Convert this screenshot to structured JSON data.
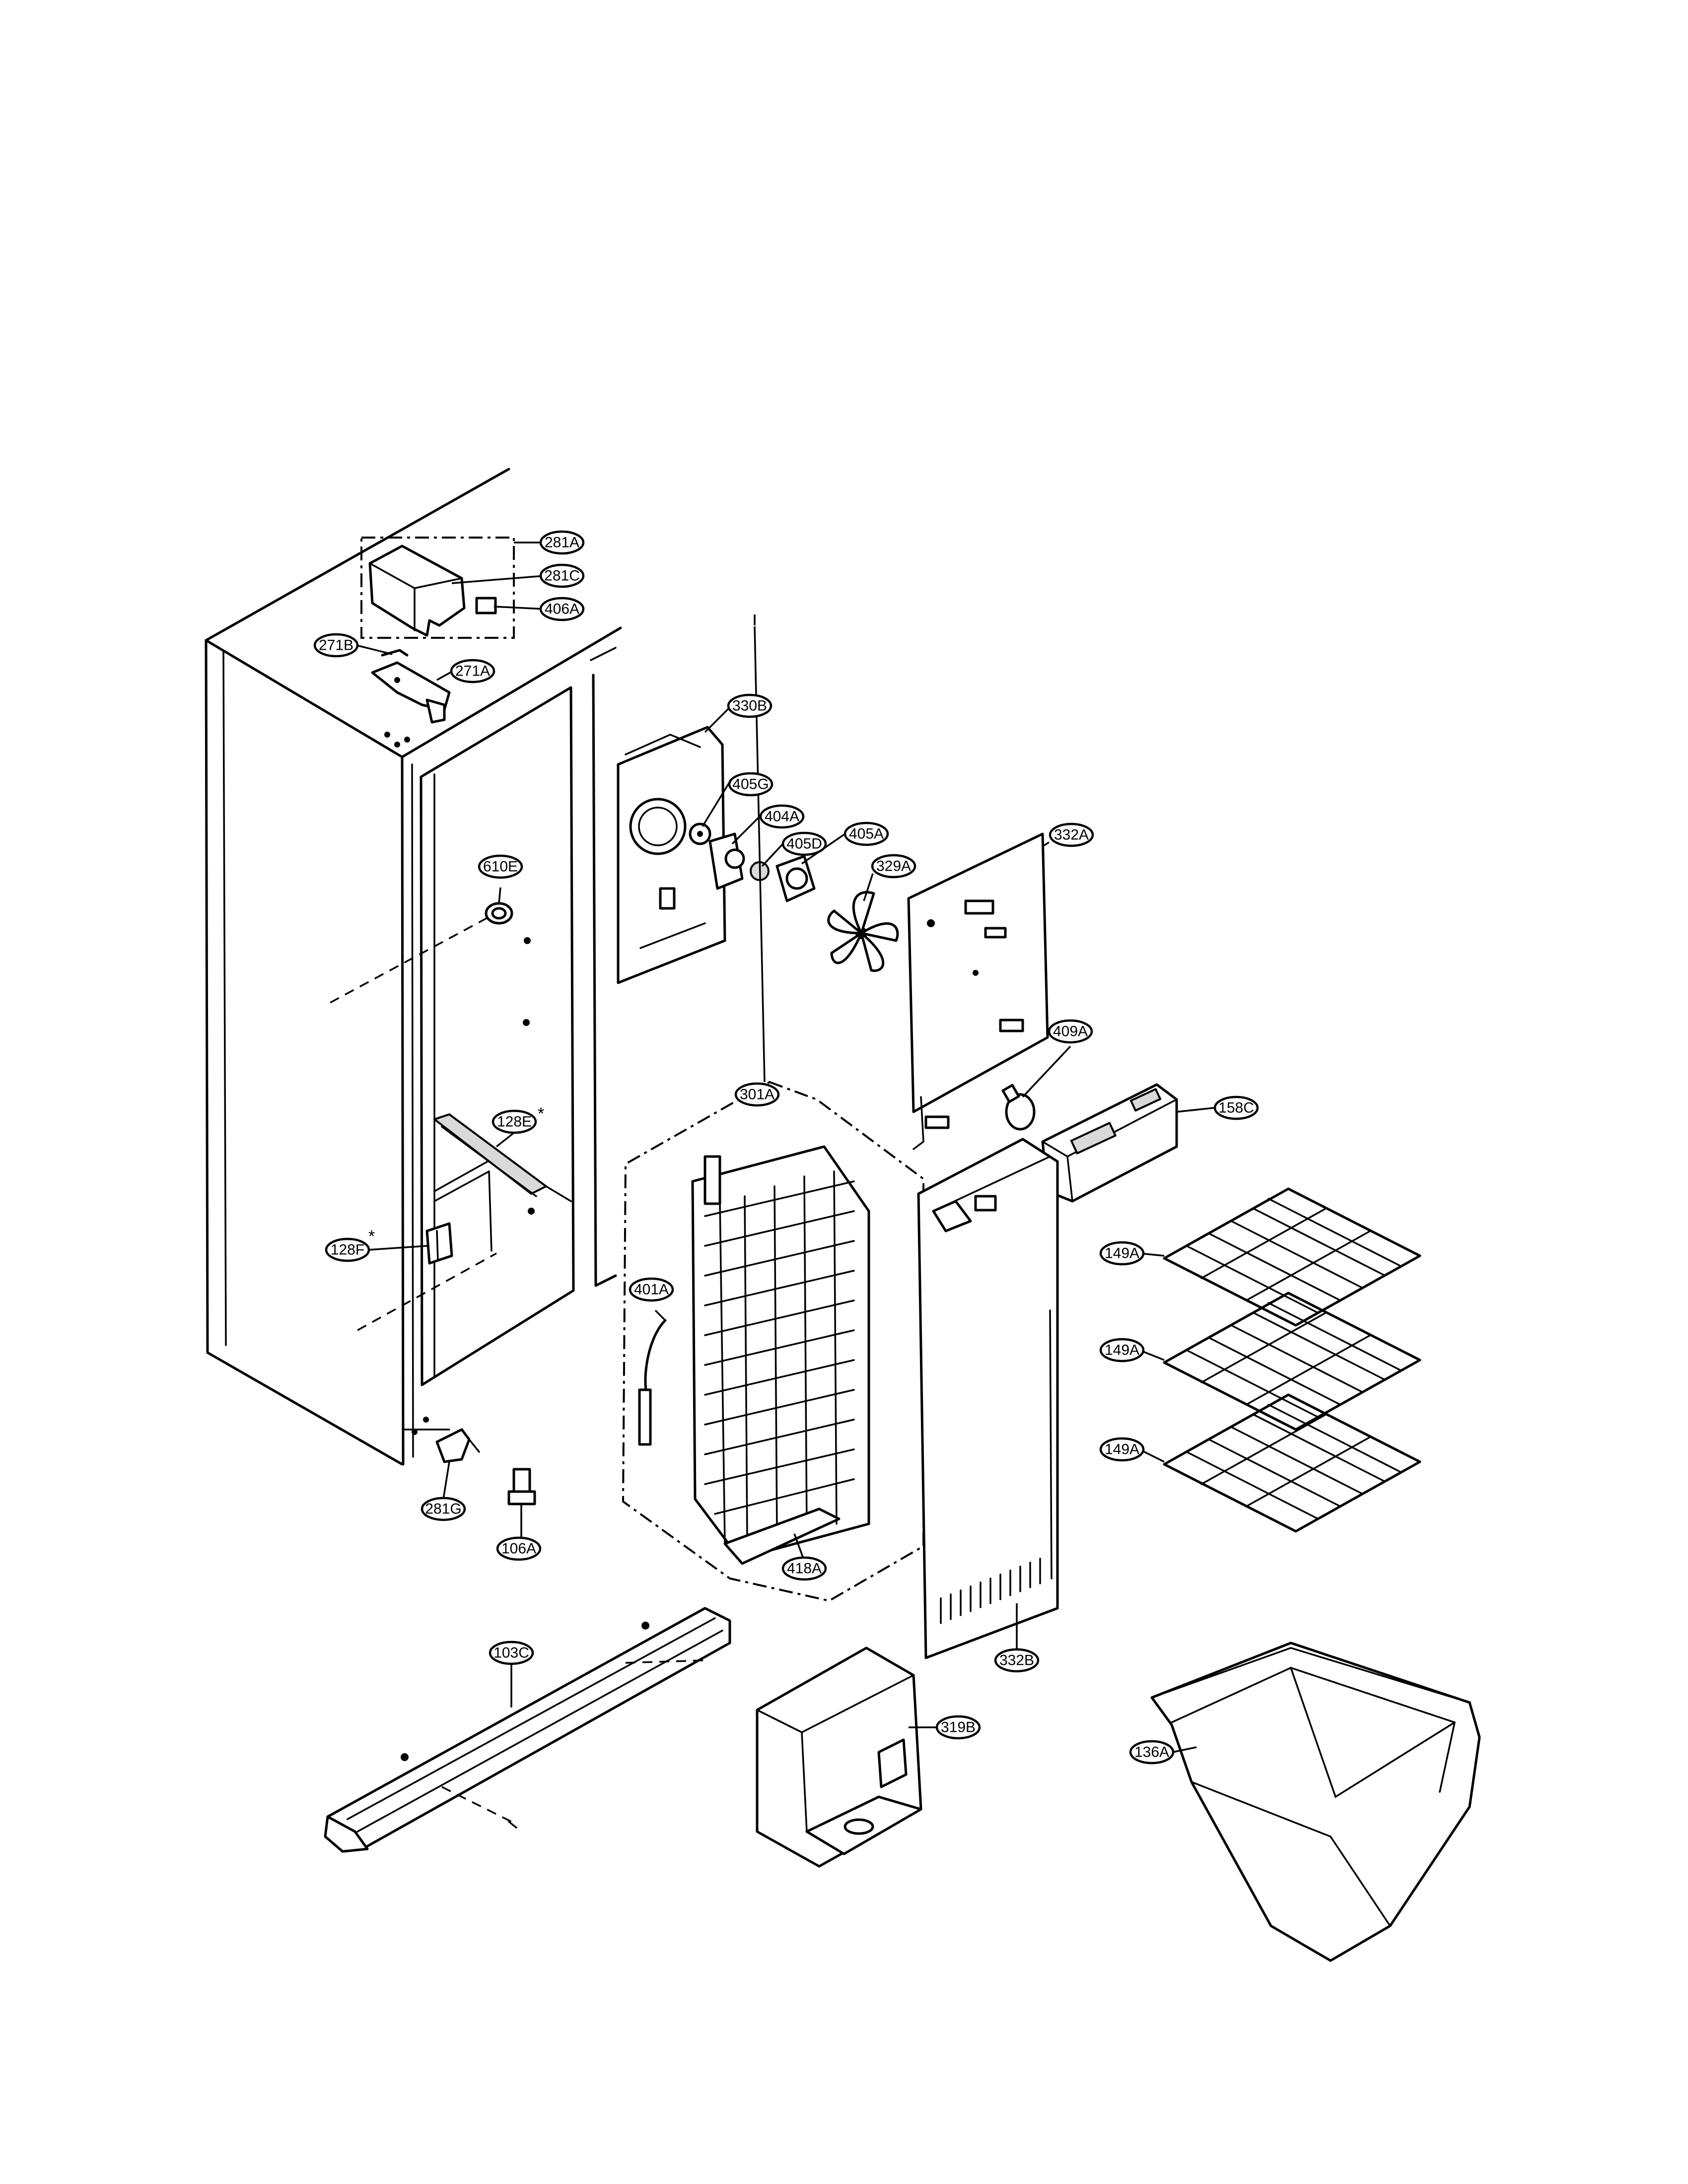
{
  "diagram": {
    "callouts": [
      {
        "id": "281A",
        "label": "281A"
      },
      {
        "id": "281C",
        "label": "281C"
      },
      {
        "id": "406A",
        "label": "406A"
      },
      {
        "id": "271B",
        "label": "271B"
      },
      {
        "id": "271A",
        "label": "271A"
      },
      {
        "id": "330B",
        "label": "330B"
      },
      {
        "id": "405G",
        "label": "405G"
      },
      {
        "id": "404A",
        "label": "404A"
      },
      {
        "id": "405D",
        "label": "405D"
      },
      {
        "id": "405A",
        "label": "405A"
      },
      {
        "id": "329A",
        "label": "329A"
      },
      {
        "id": "332A",
        "label": "332A"
      },
      {
        "id": "610E",
        "label": "610E"
      },
      {
        "id": "301A",
        "label": "301A"
      },
      {
        "id": "409A",
        "label": "409A"
      },
      {
        "id": "158C",
        "label": "158C"
      },
      {
        "id": "128E",
        "label": "128E"
      },
      {
        "id": "128F",
        "label": "128F"
      },
      {
        "id": "149A-1",
        "label": "149A"
      },
      {
        "id": "149A-2",
        "label": "149A"
      },
      {
        "id": "149A-3",
        "label": "149A"
      },
      {
        "id": "401A",
        "label": "401A"
      },
      {
        "id": "281G",
        "label": "281G"
      },
      {
        "id": "106A",
        "label": "106A"
      },
      {
        "id": "418A",
        "label": "418A"
      },
      {
        "id": "332B",
        "label": "332B"
      },
      {
        "id": "103C",
        "label": "103C"
      },
      {
        "id": "319B",
        "label": "319B"
      },
      {
        "id": "136A",
        "label": "136A"
      }
    ],
    "marks": {
      "star_128E": "*",
      "star_128F": "*"
    }
  }
}
